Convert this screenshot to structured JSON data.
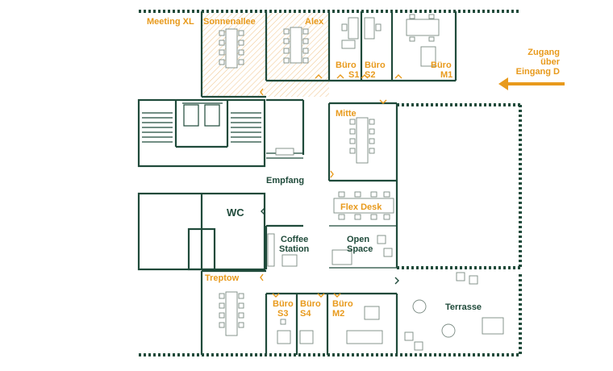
{
  "rooms": {
    "meeting_xl": "Meeting XL",
    "sonnenallee": "Sonnenallee",
    "alex": "Alex",
    "buero_s1": [
      "Büro",
      "S1"
    ],
    "buero_s2": [
      "Büro",
      "S2"
    ],
    "buero_m1": [
      "Büro",
      "M1"
    ],
    "mitte": "Mitte",
    "empfang": "Empfang",
    "wc": "WC",
    "flex_desk": "Flex Desk",
    "coffee_station": [
      "Coffee",
      "Station"
    ],
    "open_space": [
      "Open",
      "Space"
    ],
    "treptow": "Treptow",
    "buero_s3": [
      "Büro",
      "S3"
    ],
    "buero_s4": [
      "Büro",
      "S4"
    ],
    "buero_m2": [
      "Büro",
      "M2"
    ],
    "terrasse": "Terrasse"
  },
  "entrance": {
    "lines": [
      "Zugang",
      "über",
      "Eingang D"
    ]
  },
  "colors": {
    "wall": "#1f4a3a",
    "accent": "#e89a1c",
    "furniture": "#7a8a82"
  }
}
